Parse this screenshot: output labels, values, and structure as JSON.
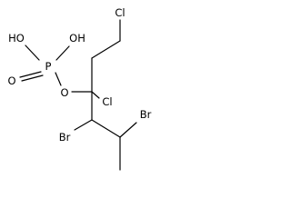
{
  "molecule": {
    "atoms": {
      "oh_top": "OH",
      "oh_left": "HO",
      "phosphorus": "P",
      "oxo": "O",
      "ester_o": "O",
      "cl_top": "Cl",
      "cl_mid": "Cl",
      "br_left": "Br",
      "br_right": "Br"
    }
  }
}
